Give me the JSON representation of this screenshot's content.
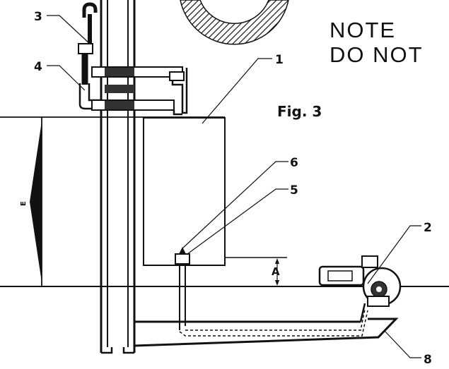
{
  "note": {
    "line1": "NOTE",
    "line2": "DO NOT"
  },
  "figure_label": "Fig. 3",
  "callouts": {
    "c1": "1",
    "c2": "2",
    "c3": "3",
    "c4": "4",
    "c5": "5",
    "c6": "6",
    "c8": "8"
  },
  "dimensions": {
    "a": "A",
    "e": "E"
  }
}
